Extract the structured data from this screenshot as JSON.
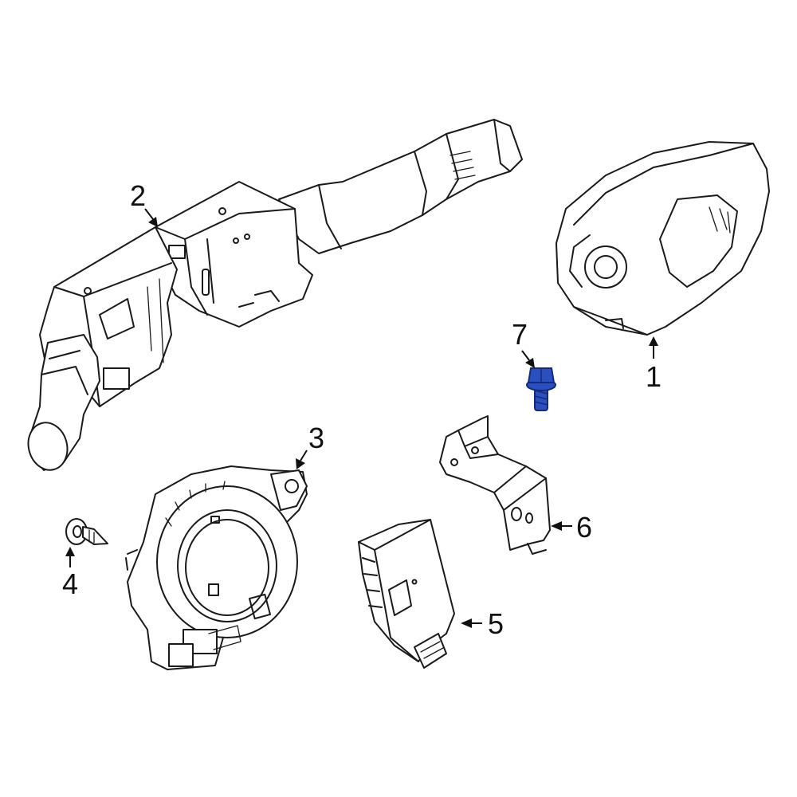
{
  "callouts": [
    {
      "id": "1",
      "label": "1"
    },
    {
      "id": "2",
      "label": "2"
    },
    {
      "id": "3",
      "label": "3"
    },
    {
      "id": "4",
      "label": "4"
    },
    {
      "id": "5",
      "label": "5"
    },
    {
      "id": "6",
      "label": "6"
    },
    {
      "id": "7",
      "label": "7"
    }
  ],
  "colors": {
    "line": "#1a1a1a",
    "highlight_part": "#2a4fbf",
    "highlight_dark": "#142a7a",
    "background": "#ffffff"
  },
  "icons": {
    "part-1": "steering-column-shroud-icon",
    "part-2": "combination-switch-icon",
    "part-3": "clockspring-icon",
    "part-4": "push-pin-clip-icon",
    "part-5": "control-module-icon",
    "part-6": "mounting-bracket-icon",
    "part-7": "flange-bolt-icon"
  }
}
